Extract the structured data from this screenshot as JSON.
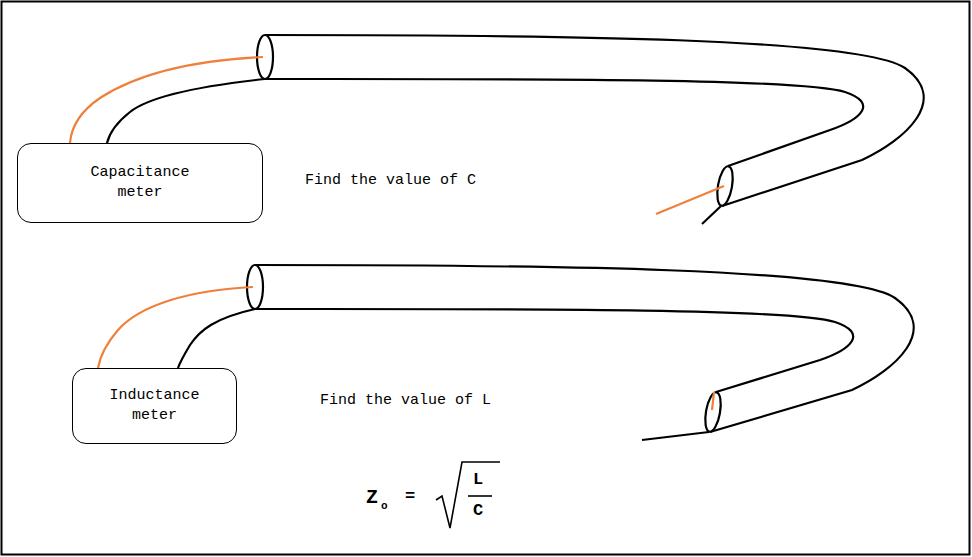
{
  "diagram": {
    "nodes": [
      {
        "text": [
          "Capacitance meter"
        ]
      },
      {
        "text": [
          "Inductance meter"
        ]
      }
    ],
    "labels": [
      "Find the value of C",
      "Find the value of L",
      "Z",
      "o",
      "=",
      "L",
      "C"
    ]
  }
}
